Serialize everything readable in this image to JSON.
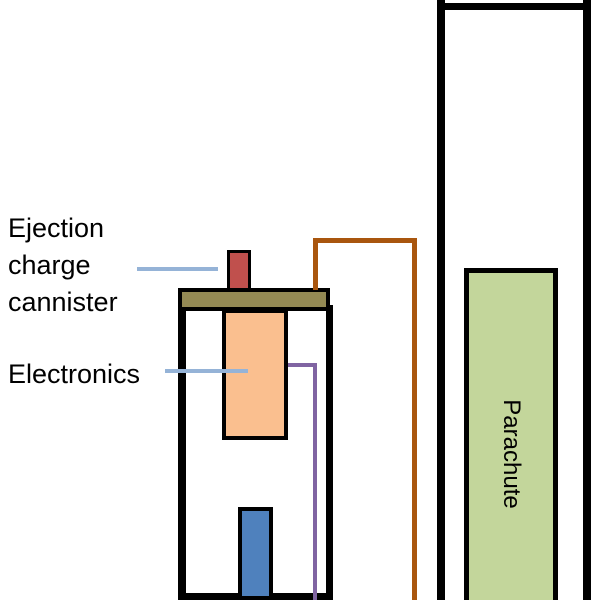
{
  "labels": {
    "ejection_charge": "Ejection charge cannister",
    "electronics": "Electronics",
    "parachute": "Parachute"
  },
  "colors": {
    "cannister_red": "#C0504D",
    "lid_olive": "#948A54",
    "electronics_orange": "#FABF8F",
    "blue_component": "#4F81BD",
    "parachute_green": "#C3D69B",
    "wire_purple": "#8064A2",
    "cord_brown": "#A9560E",
    "leader_line_blue": "#95B3D7",
    "outline": "#000000",
    "background": "#FFFFFF"
  }
}
